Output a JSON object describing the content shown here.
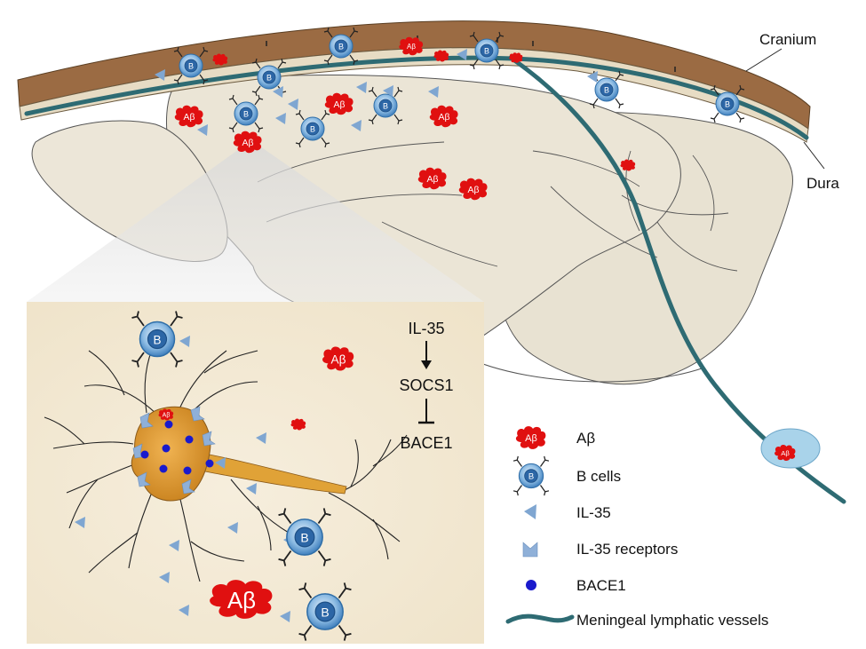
{
  "labels": {
    "cranium": "Cranium",
    "dura": "Dura"
  },
  "pathway": {
    "top": "IL-35",
    "middle": "SOCS1",
    "bottom": "BACE1"
  },
  "markers": {
    "amyloid": "Aβ",
    "b_cell": "B"
  },
  "legend": [
    {
      "label": "Aβ",
      "icon": "amyloid-plaque-icon"
    },
    {
      "label": "B cells",
      "icon": "b-cell-icon"
    },
    {
      "label": "IL-35",
      "icon": "il35-triangle-icon"
    },
    {
      "label": "IL-35 receptors",
      "icon": "il35-receptor-icon"
    },
    {
      "label": "BACE1",
      "icon": "bace1-dot-icon"
    },
    {
      "label": "Meningeal lymphatic vessels",
      "icon": "lymphatic-vessel-icon"
    }
  ],
  "colors": {
    "cranium": "#9b6b43",
    "dura": "#e7dcc4",
    "brain": "#ebe5d6",
    "lymphatic": "#2e6b73",
    "amyloid": "#e01010",
    "b_cell": "#3f87c5",
    "il35": "#7fa6d1",
    "bace1": "#1a1acc",
    "neuron": "#d89228",
    "inset_bg": "#f3ead7"
  }
}
